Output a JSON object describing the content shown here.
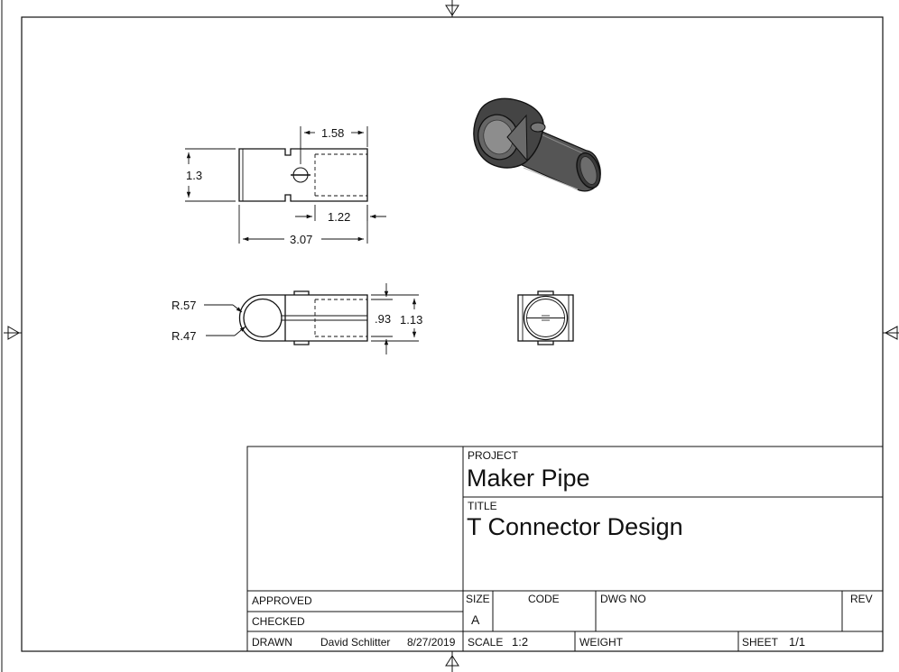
{
  "views": {
    "side": {
      "dim_slot_offset": "1.58",
      "dim_height": "1.3",
      "dim_socket": "1.22",
      "dim_length": "3.07"
    },
    "top": {
      "dim_outer_radius": "R.57",
      "dim_inner_radius": "R.47",
      "dim_inner_width": ".93",
      "dim_outer_width": "1.13"
    }
  },
  "title_block": {
    "project_label": "PROJECT",
    "project": "Maker Pipe",
    "title_label": "TITLE",
    "title": "T Connector Design",
    "approved_label": "APPROVED",
    "checked_label": "CHECKED",
    "drawn_label": "DRAWN",
    "drawn_by": "David Schlitter",
    "drawn_date": "8/27/2019",
    "size_label": "SIZE",
    "size": "A",
    "code_label": "CODE",
    "dwg_no_label": "DWG NO",
    "rev_label": "REV",
    "scale_label": "SCALE",
    "scale": "1:2",
    "weight_label": "WEIGHT",
    "sheet_label": "SHEET",
    "sheet": "1/1"
  }
}
